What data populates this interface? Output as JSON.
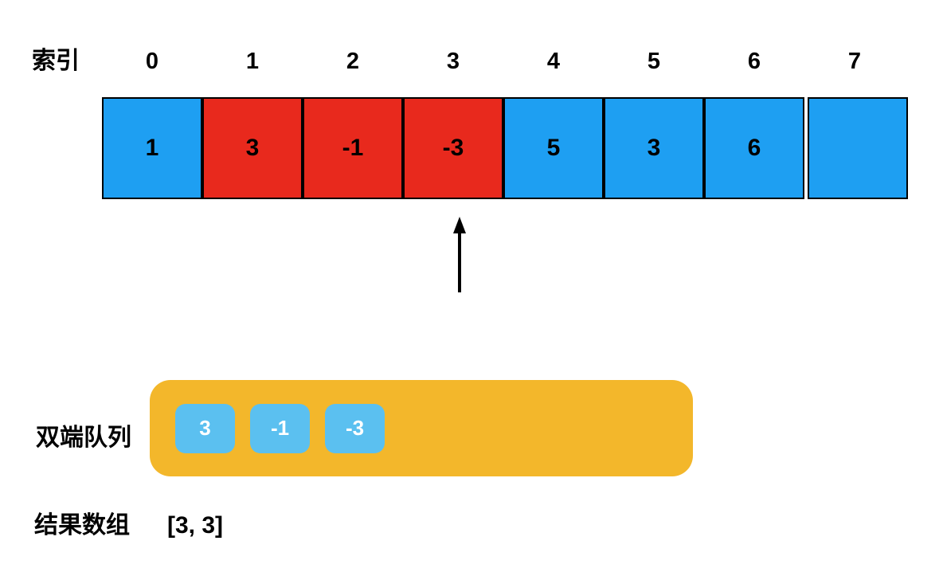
{
  "colors": {
    "cell_blue": "#1E9FF2",
    "cell_red": "#E8291D",
    "cell_border": "#000000",
    "deque_bg": "#F3B72B",
    "chip_bg": "#5BC0F0",
    "chip_text": "#FFFFFF",
    "text": "#000000",
    "arrow": "#000000"
  },
  "index_row": {
    "label": "索引",
    "indices": [
      "0",
      "1",
      "2",
      "3",
      "4",
      "5",
      "6",
      "7"
    ]
  },
  "array": {
    "cells": [
      {
        "value": "1",
        "color": "blue",
        "detached": false
      },
      {
        "value": "3",
        "color": "red",
        "detached": false
      },
      {
        "value": "-1",
        "color": "red",
        "detached": false
      },
      {
        "value": "-3",
        "color": "red",
        "detached": false
      },
      {
        "value": "5",
        "color": "blue",
        "detached": false
      },
      {
        "value": "3",
        "color": "blue",
        "detached": false
      },
      {
        "value": "6",
        "color": "blue",
        "detached": false
      },
      {
        "value": "",
        "color": "blue",
        "detached": true
      }
    ],
    "pointer_index": 3
  },
  "deque": {
    "label": "双端队列",
    "items": [
      "3",
      "-1",
      "-3"
    ]
  },
  "result": {
    "label": "结果数组",
    "value": "[3, 3]"
  }
}
